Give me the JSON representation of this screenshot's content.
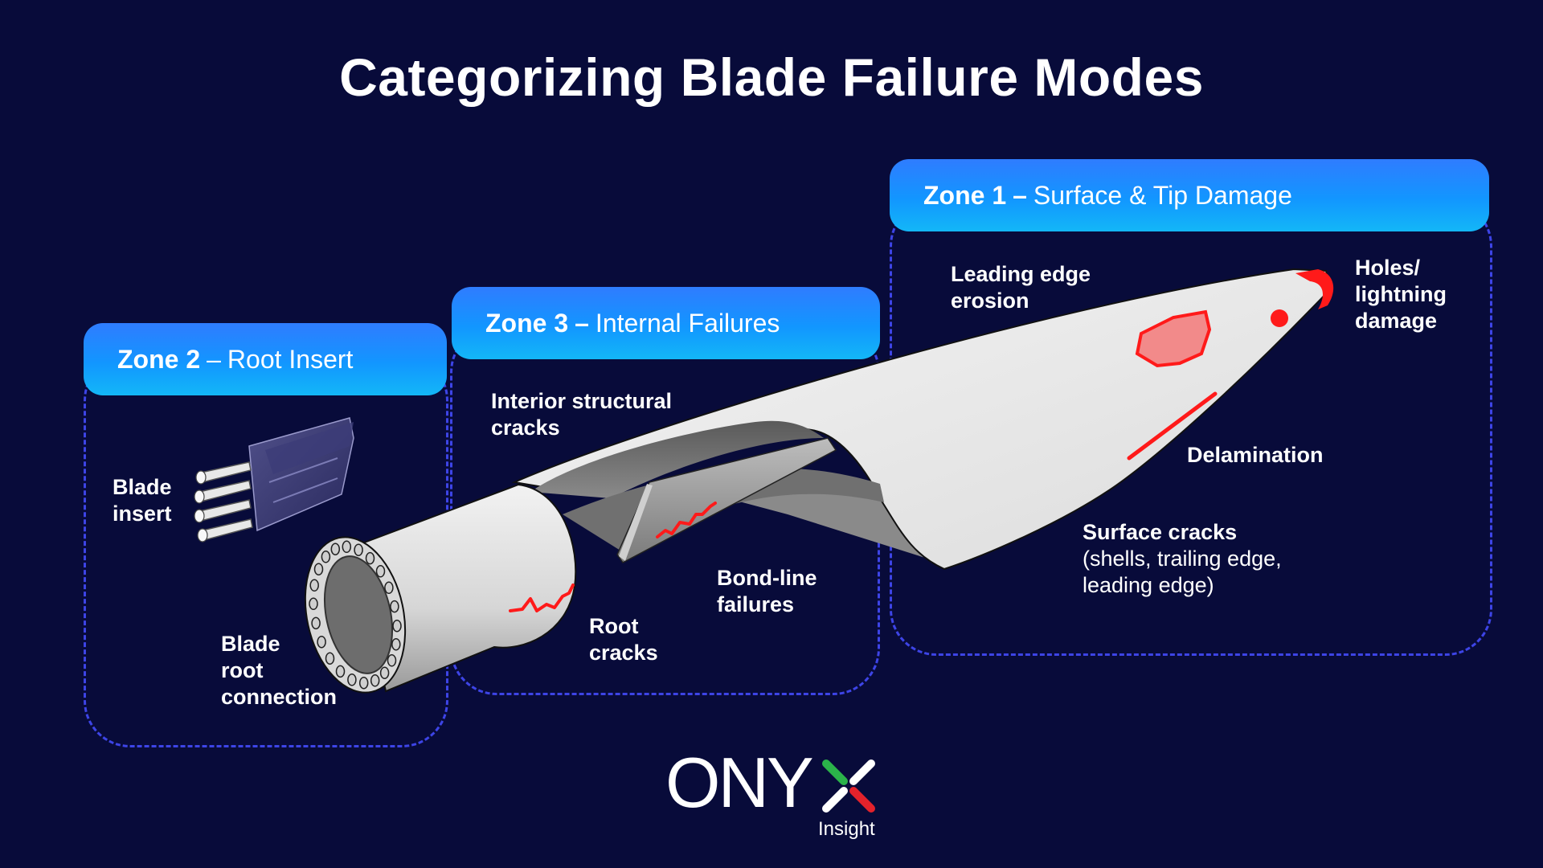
{
  "title": "Categorizing Blade Failure Modes",
  "zones": {
    "zone1": {
      "name": "Zone 1",
      "sep": "–",
      "subtitle": "Surface & Tip Damage"
    },
    "zone2": {
      "name": "Zone 2",
      "sep": "–",
      "subtitle": "Root Insert"
    },
    "zone3": {
      "name": "Zone 3",
      "sep": "–",
      "subtitle": "Internal Failures"
    }
  },
  "labels": {
    "leading_edge_erosion": "Leading edge\nerosion",
    "holes_lightning": "Holes/\nlightning\ndamage",
    "delamination": "Delamination",
    "surface_cracks": "Surface cracks",
    "surface_cracks_detail": "(shells, trailing edge,\nleading edge)",
    "interior_structural_cracks": "Interior structural\ncracks",
    "bond_line_failures": "Bond-line\nfailures",
    "root_cracks": "Root\ncracks",
    "blade_insert": "Blade\ninsert",
    "blade_root_connection": "Blade\nroot\nconnection"
  },
  "logo": {
    "word": "ONY",
    "tagline": "Insight",
    "colors": {
      "green": "#2bb34a",
      "white": "#ffffff",
      "red": "#e3222b"
    }
  },
  "colors": {
    "background": "#080b3a",
    "zone_header": "#1296ff",
    "zone_border": "#3d44e6",
    "damage": "#ff1a1a"
  }
}
